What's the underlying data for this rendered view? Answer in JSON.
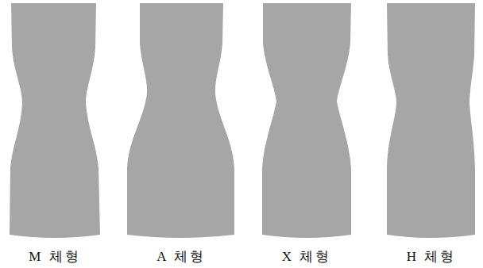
{
  "diagram": {
    "labels": [
      "M 체형",
      "A 체형",
      "X 체형",
      "H 체형"
    ]
  }
}
